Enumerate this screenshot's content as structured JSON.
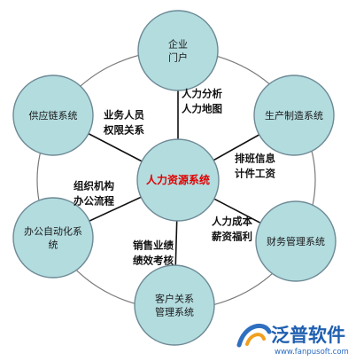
{
  "colors": {
    "node_fill": "#b3dcdf",
    "node_stroke": "#6d8a96",
    "ring": "#7a7a7a",
    "spoke": "#111111",
    "center_text": "#e00000",
    "logo_blue": "#1f5fb0"
  },
  "center": {
    "lines": [
      "人力资源系统"
    ]
  },
  "nodes": [
    {
      "id": "portal",
      "lines": [
        "企业",
        "门户"
      ]
    },
    {
      "id": "manufacturing",
      "lines": [
        "生产制造系统"
      ]
    },
    {
      "id": "finance",
      "lines": [
        "财务管理系统"
      ]
    },
    {
      "id": "crm",
      "lines": [
        "客户关系",
        "管理系统"
      ]
    },
    {
      "id": "oa",
      "lines": [
        "办公自动化系",
        "统"
      ]
    },
    {
      "id": "supply",
      "lines": [
        "供应链系统"
      ]
    }
  ],
  "edge_labels": [
    {
      "id": "portal",
      "lines": [
        "人力分析",
        "人力地图"
      ]
    },
    {
      "id": "manufacturing",
      "lines": [
        "排班信息",
        "计件工资"
      ]
    },
    {
      "id": "finance",
      "lines": [
        "人力成本",
        "薪资福利"
      ]
    },
    {
      "id": "crm",
      "lines": [
        "销售业绩",
        "绩效考核"
      ]
    },
    {
      "id": "oa",
      "lines": [
        "组织机构",
        "办公流程"
      ]
    },
    {
      "id": "supply",
      "lines": [
        "业务人员",
        "权限关系"
      ]
    }
  ],
  "logo": {
    "icon": "fanpu-logo-icon",
    "name": "泛普软件",
    "url": "www.fanpusoft.com"
  }
}
